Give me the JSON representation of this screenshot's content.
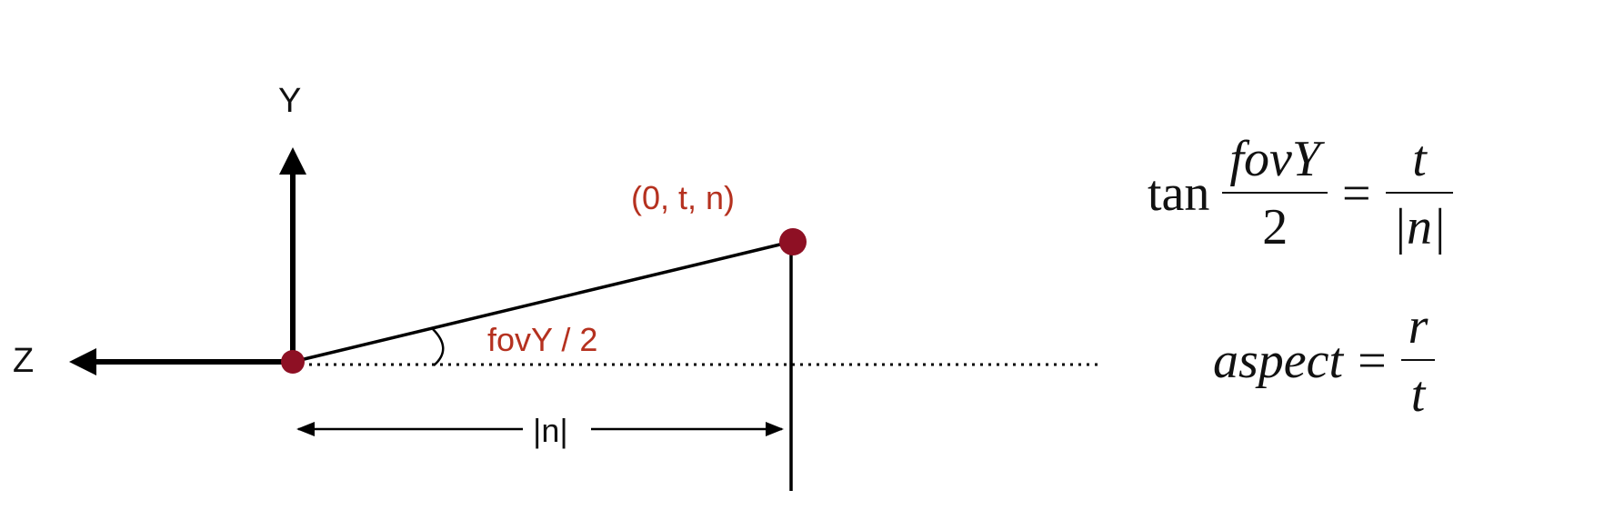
{
  "labels": {
    "y_axis": "Y",
    "z_axis": "Z",
    "point": "(0, t, n)",
    "angle": "fovY / 2",
    "distance": "|n|"
  },
  "formulas": {
    "tan_relation": {
      "function": "tan",
      "left_numerator": "fovY",
      "left_denominator": "2",
      "operator": "=",
      "right_numerator": "t",
      "right_denominator": "|n|"
    },
    "aspect_relation": {
      "variable": "aspect",
      "operator": "=",
      "numerator": "r",
      "denominator": "t"
    }
  },
  "colors": {
    "accent_red": "#b5311f",
    "point_fill": "#8e1024",
    "stroke": "#000000"
  }
}
